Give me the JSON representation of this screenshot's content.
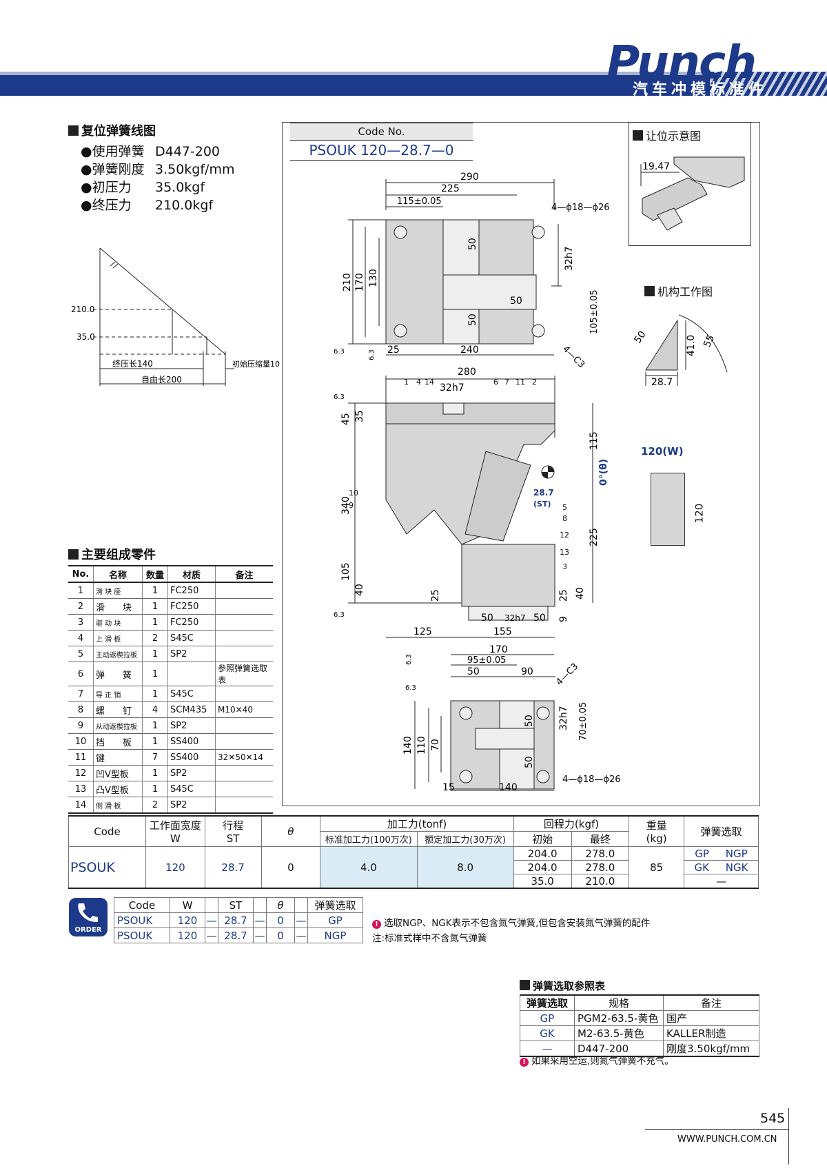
{
  "header": {
    "logo": "Punch",
    "subtitle": "汽车冲模标准件"
  },
  "spring_curve": {
    "title": "复位弹簧线图",
    "specs": [
      {
        "label": "●使用弹簧",
        "value": "D447-200"
      },
      {
        "label": "●弹簧刚度",
        "value": "3.50kgf/mm"
      },
      {
        "label": "●初压力",
        "value": "35.0kgf"
      },
      {
        "label": "●终压力",
        "value": "210.0kgf"
      }
    ],
    "y_ticks": [
      "210.0",
      "35.0"
    ],
    "label_final": "终压长140",
    "label_initial": "初始压缩量10",
    "label_free": "自由长200"
  },
  "chart_data": {
    "type": "line",
    "x": [
      140,
      190,
      200
    ],
    "values": [
      210.0,
      35.0,
      0
    ],
    "y_ticks": [
      210.0,
      35.0
    ],
    "xlabel": "",
    "ylabel": ""
  },
  "code_box": {
    "label": "Code No.",
    "value": "PSOUK 120—28.7—0"
  },
  "views": {
    "clearance_title": "让位示意图",
    "clearance_dim": "19.47",
    "mechanism_title": "机构工作图",
    "mech_dims": [
      "50",
      "41.0",
      "55",
      "28.7"
    ],
    "w_label": "120(W)",
    "w_height": "120",
    "angle_label": "0°(θ)",
    "st_label": "28.7",
    "st_sub": "(ST)"
  },
  "top_view": {
    "dims": [
      "290",
      "225",
      "115±0.05",
      "4—ϕ18—ϕ26",
      "50",
      "32h7",
      "50",
      "50",
      "105±0.05",
      "210",
      "170",
      "130",
      "25",
      "240",
      "4—C3",
      "6.3",
      "6.3"
    ]
  },
  "front_view": {
    "dims": [
      "280",
      "32h7",
      "45",
      "35",
      "115",
      "340",
      "225",
      "105",
      "40",
      "25",
      "25",
      "40",
      "50",
      "32h7",
      "50",
      "9",
      "125",
      "155",
      "6.3",
      "6.3"
    ],
    "balloons": [
      "1",
      "4",
      "14",
      "6",
      "7",
      "11",
      "2",
      "10",
      "9",
      "5",
      "8",
      "12",
      "13",
      "3"
    ]
  },
  "bottom_view": {
    "dims": [
      "170",
      "95±0.05",
      "50",
      "90",
      "4—C3",
      "140",
      "110",
      "70",
      "50",
      "32h7",
      "70±0.05",
      "50",
      "15",
      "140",
      "4—ϕ18—ϕ26",
      "6.3",
      "6.3"
    ]
  },
  "parts": {
    "title": "主要组成零件",
    "headers": [
      "No.",
      "名称",
      "数量",
      "材质",
      "备注"
    ],
    "rows": [
      [
        "1",
        "滑 块 座",
        "1",
        "FC250",
        ""
      ],
      [
        "2",
        "滑　　块",
        "1",
        "FC250",
        ""
      ],
      [
        "3",
        "驱 动 块",
        "1",
        "FC250",
        ""
      ],
      [
        "4",
        "上 滑 板",
        "2",
        "S45C",
        ""
      ],
      [
        "5",
        "主动返楔拉板",
        "1",
        "SP2",
        ""
      ],
      [
        "6",
        "弹　　簧",
        "1",
        "",
        "参照弹簧选取表"
      ],
      [
        "7",
        "导 正 销",
        "1",
        "S45C",
        ""
      ],
      [
        "8",
        "螺　　钉",
        "4",
        "SCM435",
        "M10✕40"
      ],
      [
        "9",
        "从动返楔拉板",
        "1",
        "SP2",
        ""
      ],
      [
        "10",
        "挡　　板",
        "1",
        "SS400",
        ""
      ],
      [
        "11",
        "键",
        "7",
        "SS400",
        "32✕50✕14"
      ],
      [
        "12",
        "凹V型板",
        "1",
        "SP2",
        ""
      ],
      [
        "13",
        "凸V型板",
        "1",
        "S45C",
        ""
      ],
      [
        "14",
        "侧 滑 板",
        "2",
        "SP2",
        ""
      ]
    ]
  },
  "main_table": {
    "h_code": "Code",
    "h_w": "工作面宽度",
    "h_w2": "W",
    "h_st": "行程",
    "h_st2": "ST",
    "h_theta": "θ",
    "h_force": "加工力(tonf)",
    "h_force1": "标准加工力(100万次)",
    "h_force2": "额定加工力(30万次)",
    "h_return": "回程力(kgf)",
    "h_ret1": "初始",
    "h_ret2": "最终",
    "h_weight": "重量",
    "h_weight2": "(kg)",
    "h_spring": "弹簧选取",
    "code": "PSOUK",
    "w": "120",
    "st": "28.7",
    "theta": "0",
    "force1": "4.0",
    "force2": "8.0",
    "ret_rows": [
      [
        "204.0",
        "278.0"
      ],
      [
        "204.0",
        "278.0"
      ],
      [
        "35.0",
        "210.0"
      ]
    ],
    "weight": "85",
    "spring_rows": [
      [
        "GP",
        "NGP"
      ],
      [
        "GK",
        "NGK"
      ],
      [
        "—",
        ""
      ]
    ]
  },
  "order": {
    "icon_label": "ORDER",
    "headers": [
      "Code",
      "W",
      "",
      "ST",
      "",
      "θ",
      "",
      "弹簧选取"
    ],
    "rows": [
      [
        "PSOUK",
        "120",
        "—",
        "28.7",
        "—",
        "0",
        "—",
        "GP"
      ],
      [
        "PSOUK",
        "120",
        "—",
        "28.7",
        "—",
        "0",
        "—",
        "NGP"
      ]
    ],
    "note1": "选取NGP、NGK表示不包含氮气弹簧,但包含安装氮气弹簧的配件",
    "note2": "注:标准式样中不含氮气弹簧"
  },
  "spring_ref": {
    "title": "弹簧选取参照表",
    "headers": [
      "弹簧选取",
      "规格",
      "备注"
    ],
    "rows": [
      [
        "GP",
        "PGM2-63.5-黄色",
        "国产"
      ],
      [
        "GK",
        "M2-63.5-黄色",
        "KALLER制造"
      ],
      [
        "—",
        "D447-200",
        "刚度3.50kgf/mm"
      ]
    ],
    "note": "如果采用空运,则氮气弹簧不充气。"
  },
  "footer": {
    "page": "545",
    "url": "WWW.PUNCH.COM.CN"
  }
}
